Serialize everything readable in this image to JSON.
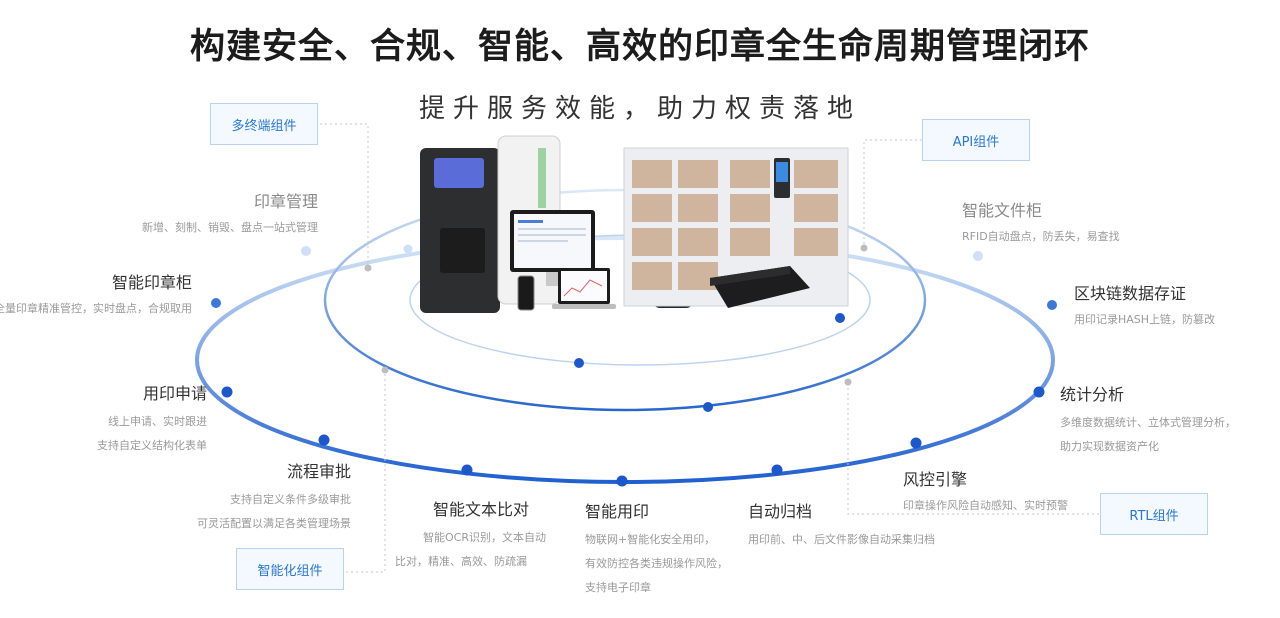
{
  "title": "构建安全、合规、智能、高效的印章全生命周期管理闭环",
  "subtitle": "提升服务效能，助力权责落地",
  "tags": {
    "multi_terminal": "多终端组件",
    "api": "API组件",
    "intelligent": "智能化组件",
    "rtl": "RTL组件"
  },
  "features": {
    "seal_mgmt": {
      "title": "印章管理",
      "desc": [
        "新增、刻制、销毁、盘点一站式管理"
      ]
    },
    "smart_cabinet": {
      "title": "智能印章柜",
      "desc": [
        "全量印章精准管控，实时盘点，合规取用"
      ]
    },
    "apply": {
      "title": "用印申请",
      "desc": [
        "线上申请、实时跟进",
        "支持自定义结构化表单"
      ]
    },
    "approval": {
      "title": "流程审批",
      "desc": [
        "支持自定义条件多级审批",
        "可灵活配置以满足各类管理场景"
      ]
    },
    "text_compare": {
      "title": "智能文本比对",
      "desc": [
        "智能OCR识别，文本自动",
        "比对，精准、高效、防疏漏"
      ]
    },
    "smart_print": {
      "title": "智能用印",
      "desc": [
        "物联网+智能化安全用印，",
        "有效防控各类违规操作风险，",
        "支持电子印章"
      ]
    },
    "auto_archive": {
      "title": "自动归档",
      "desc": [
        "用印前、中、后文件影像自动采集归档"
      ]
    },
    "risk_engine": {
      "title": "风控引擎",
      "desc": [
        "印章操作风险自动感知、实时预警"
      ]
    },
    "stats": {
      "title": "统计分析",
      "desc": [
        "多维度数据统计、立体式管理分析，",
        "助力实现数据资产化"
      ]
    },
    "blockchain": {
      "title": "区块链数据存证",
      "desc": [
        "用印记录HASH上链，防篡改"
      ]
    },
    "file_cabinet": {
      "title": "智能文件柜",
      "desc": [
        "RFID自动盘点，防丢失，易查找"
      ]
    }
  },
  "colors": {
    "ring_blue": "#1f5fcf",
    "ring_light": "#c9ddf5",
    "tag_text": "#2a78d2"
  }
}
